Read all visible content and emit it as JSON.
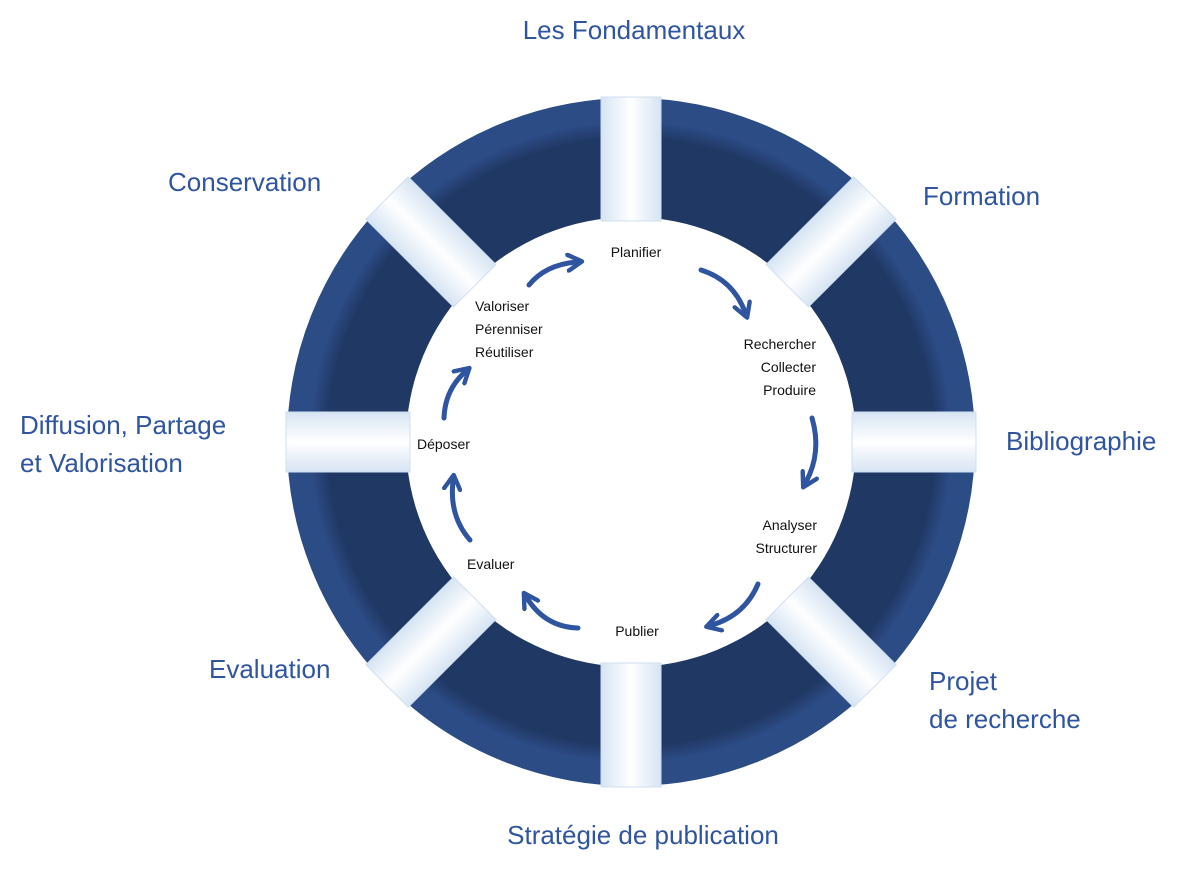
{
  "colors": {
    "ring": "#203864",
    "ring_edge": "#2c4c86",
    "band": "#dce8f5",
    "accent": "#2f55a0"
  },
  "outer_labels": {
    "top": "Les Fondamentaux",
    "top_right": "Formation",
    "right": "Bibliographie",
    "bottom_right_1": "Projet",
    "bottom_right_2": "de recherche",
    "bottom": "Stratégie de publication",
    "bottom_left": "Evaluation",
    "left_1": "Diffusion, Partage",
    "left_2": "et Valorisation",
    "top_left": "Conservation"
  },
  "cycle_steps": {
    "planifier": "Planifier",
    "rechercher": "Rechercher",
    "collecter": "Collecter",
    "produire": "Produire",
    "analyser": "Analyser",
    "structurer": "Structurer",
    "publier": "Publier",
    "evaluer": "Evaluer",
    "deposer": "Déposer",
    "valoriser": "Valoriser",
    "perenniser": "Pérenniser",
    "reutiliser": "Réutiliser"
  }
}
